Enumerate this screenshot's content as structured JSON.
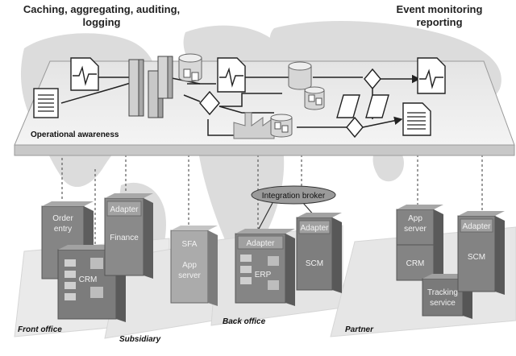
{
  "headings": {
    "left": [
      "Caching, aggregating, auditing,",
      "logging"
    ],
    "right": [
      "Event monitoring",
      "reporting"
    ]
  },
  "platform_label": "Operational awareness",
  "broker_label": "Integration broker",
  "groups": {
    "front_office": "Front office",
    "subsidiary": "Subsidiary",
    "back_office": "Back office",
    "partner": "Partner"
  },
  "systems": {
    "order_entry": [
      "Order",
      "entry"
    ],
    "crm_front": "CRM",
    "adapter_sub": "Adapter",
    "finance": "Finance",
    "sfa": "SFA",
    "app_server_sub": [
      "App",
      "server"
    ],
    "adapter_erp": "Adapter",
    "erp": "ERP",
    "adapter_scm_back": "Adapter",
    "scm_back": "SCM",
    "app_server_partner": [
      "App",
      "server"
    ],
    "crm_partner": "CRM",
    "tracking_service": [
      "Tracking",
      "service"
    ],
    "adapter_scm_partner": "Adapter",
    "scm_partner": "SCM"
  }
}
